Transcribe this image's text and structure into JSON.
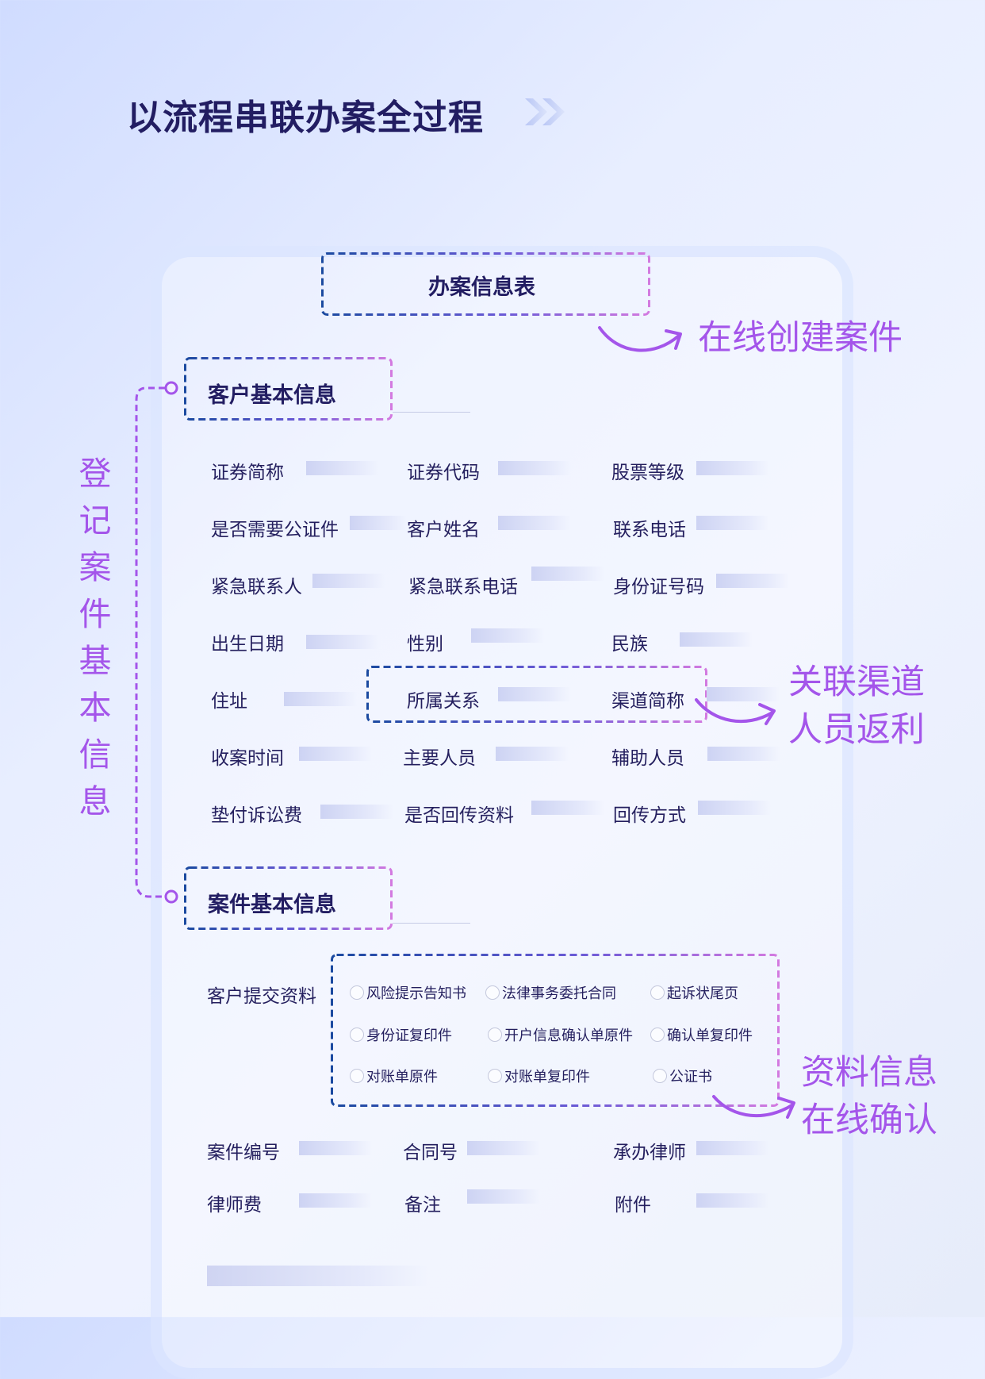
{
  "page_title": "以流程串联办案全过程",
  "form_title": "办案信息表",
  "callouts": {
    "create_case": "在线创建案件",
    "channel_line1": "关联渠道",
    "channel_line2": "人员返利",
    "confirm_line1": "资料信息",
    "confirm_line2": "在线确认"
  },
  "side_note": [
    "登",
    "记",
    "案",
    "件",
    "基",
    "本",
    "信",
    "息"
  ],
  "customer_section": {
    "title": "客户基本信息",
    "fields": [
      "证券简称",
      "证券代码",
      "股票等级",
      "是否需要公证件",
      "客户姓名",
      "联系电话",
      "紧急联系人",
      "紧急联系电话",
      "身份证号码",
      "出生日期",
      "性别",
      "民族",
      "住址",
      "所属关系",
      "渠道简称",
      "收案时间",
      "主要人员",
      "辅助人员",
      "垫付诉讼费",
      "是否回传资料",
      "回传方式"
    ]
  },
  "case_section": {
    "title": "案件基本信息",
    "materials_label": "客户提交资料",
    "materials": [
      "风险提示告知书",
      "法律事务委托合同",
      "起诉状尾页",
      "身份证复印件",
      "开户信息确认单原件",
      "确认单复印件",
      "对账单原件",
      "对账单复印件",
      "公证书"
    ],
    "fields": [
      "案件编号",
      "合同号",
      "承办律师",
      "律师费",
      "备注",
      "附件"
    ]
  },
  "colors": {
    "dash_start": "#1b4aa0",
    "dash_end": "#d37ae0",
    "accent": "#a455ea",
    "title": "#221d62"
  }
}
